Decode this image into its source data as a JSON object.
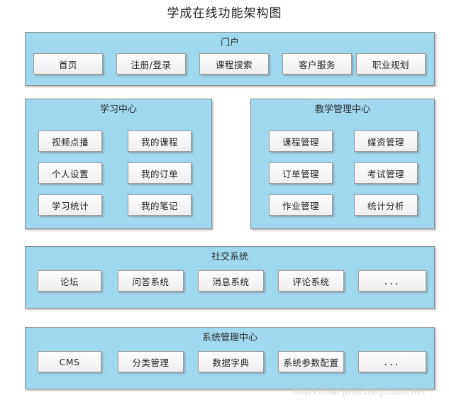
{
  "diagram": {
    "title": "学成在线功能架构图",
    "watermark": "https://cwl-java.blog.csdn.net",
    "colors": {
      "panel_fill": "#a0d8ef",
      "panel_border": "#8c8c8c",
      "node_fill": "#f5f5f5",
      "node_border": "#9b9b9b",
      "title_text": "#222222",
      "watermark_text": "#d3d3d3"
    },
    "groups": [
      {
        "id": "portal",
        "title": "门户",
        "nodes": [
          {
            "label": "首页"
          },
          {
            "label": "注册/登录"
          },
          {
            "label": "课程搜索"
          },
          {
            "label": "客户服务"
          },
          {
            "label": "职业规划"
          }
        ]
      },
      {
        "id": "learning-center",
        "title": "学习中心",
        "nodes": [
          {
            "label": "视频点播"
          },
          {
            "label": "我的课程"
          },
          {
            "label": "个人设置"
          },
          {
            "label": "我的订单"
          },
          {
            "label": "学习统计"
          },
          {
            "label": "我的笔记"
          }
        ]
      },
      {
        "id": "teaching-management-center",
        "title": "教学管理中心",
        "nodes": [
          {
            "label": "课程管理"
          },
          {
            "label": "媒资管理"
          },
          {
            "label": "订单管理"
          },
          {
            "label": "考试管理"
          },
          {
            "label": "作业管理"
          },
          {
            "label": "统计分析"
          }
        ]
      },
      {
        "id": "social-system",
        "title": "社交系统",
        "nodes": [
          {
            "label": "论坛"
          },
          {
            "label": "问答系统"
          },
          {
            "label": "消息系统"
          },
          {
            "label": "评论系统"
          },
          {
            "label": "..."
          }
        ]
      },
      {
        "id": "system-management-center",
        "title": "系统管理中心",
        "nodes": [
          {
            "label": "CMS"
          },
          {
            "label": "分类管理"
          },
          {
            "label": "数据字典"
          },
          {
            "label": "系统参数配置"
          },
          {
            "label": "..."
          }
        ]
      }
    ]
  }
}
